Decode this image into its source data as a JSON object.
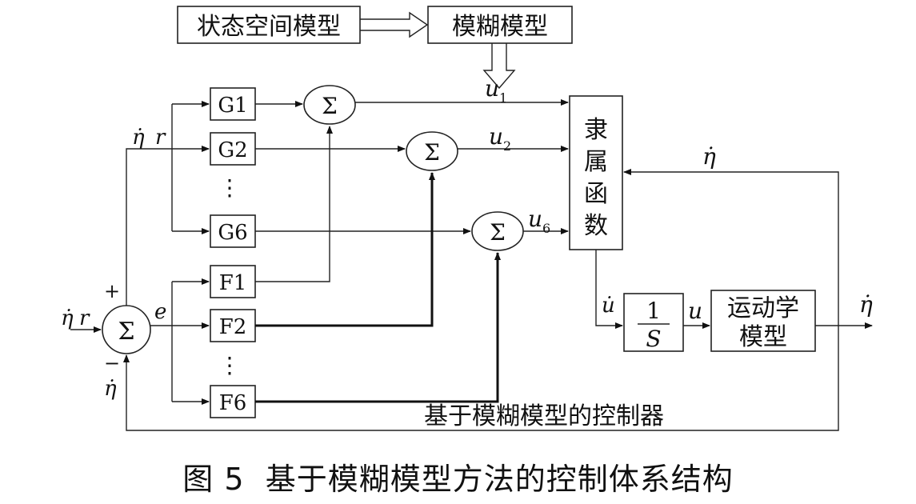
{
  "blocks": {
    "state_space_model": "状态空间模型",
    "fuzzy_model": "模糊模型",
    "membership_function": [
      "隶",
      "属",
      "函",
      "数"
    ],
    "kinematic_model_line1": "运动学",
    "kinematic_model_line2": "模型",
    "integrator_num": "1",
    "integrator_den": "S",
    "g_blocks": [
      "G1",
      "G2",
      "G6"
    ],
    "f_blocks": [
      "F1",
      "F2",
      "F6"
    ],
    "ellipsis": "⋮"
  },
  "symbols": {
    "sigma": "Σ",
    "plus": "+",
    "minus": "−",
    "eta_dot": "η̇",
    "r": "r",
    "e": "e",
    "u": "u",
    "u_dot": "u̇",
    "u1_sub": "1",
    "u2_sub": "2",
    "u6_sub": "6"
  },
  "labels": {
    "controller": "基于模糊模型的控制器"
  },
  "caption": {
    "figure_no": "图 5",
    "title": "基于模糊模型方法的控制体系结构"
  }
}
